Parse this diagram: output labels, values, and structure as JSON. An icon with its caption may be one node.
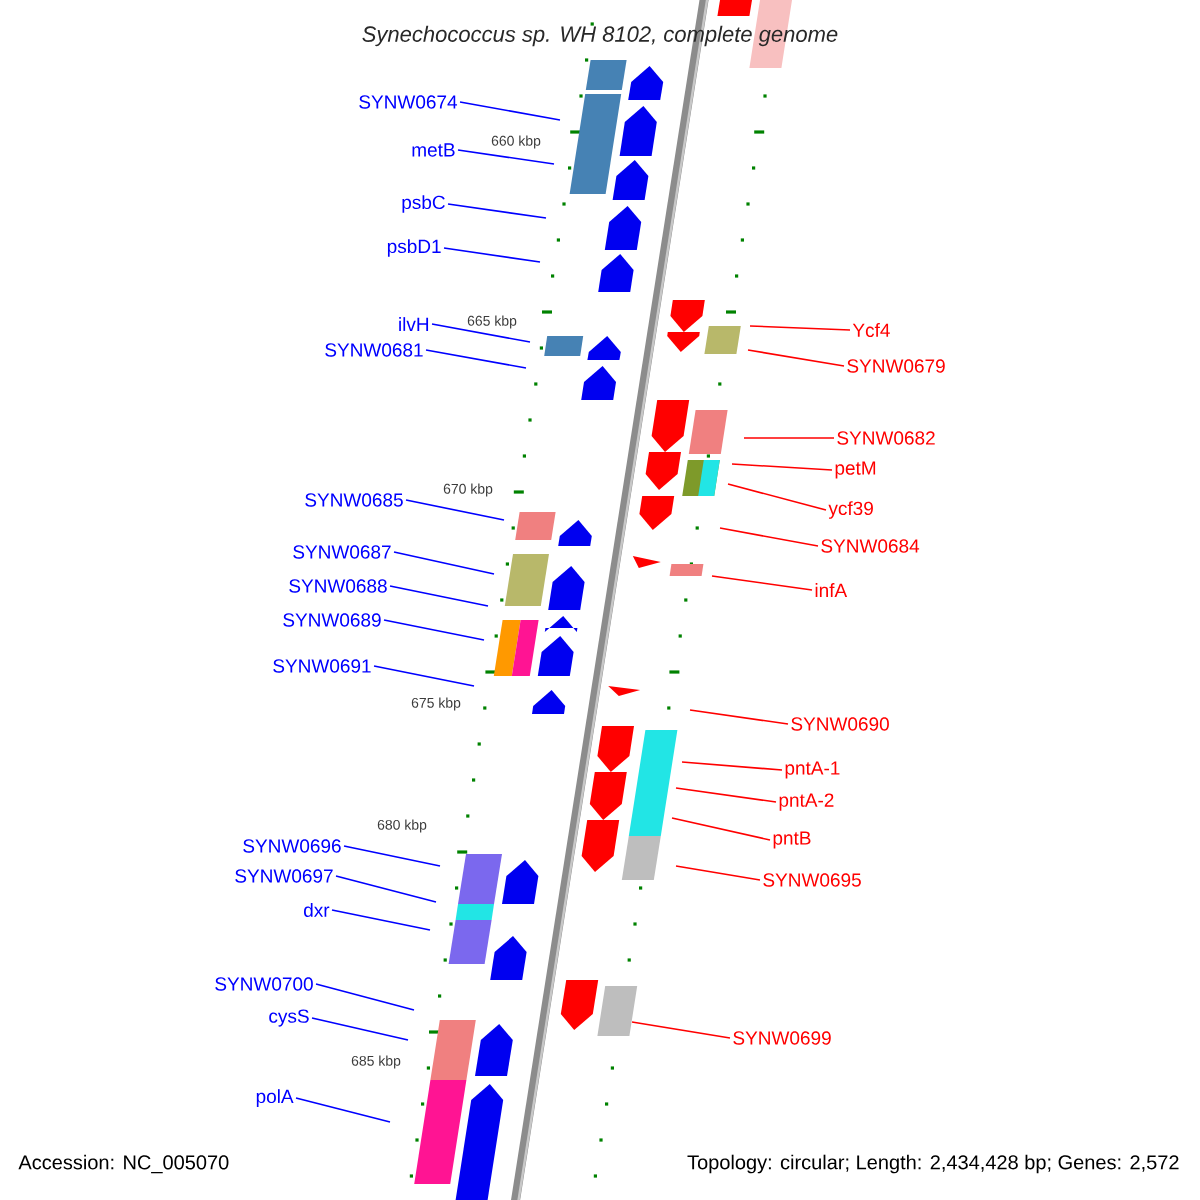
{
  "diagram": {
    "title": "Synechococcus sp. WH 8102, complete genome",
    "nodes": [
      {
        "text": [
          "SYNW0674"
        ]
      },
      {
        "text": [
          "metB"
        ]
      },
      {
        "text": [
          "psbC"
        ]
      },
      {
        "text": [
          "psbD1"
        ]
      },
      {
        "text": [
          "ilvH"
        ]
      },
      {
        "text": [
          "SYNW0681"
        ]
      },
      {
        "text": [
          "SYNW0685"
        ]
      },
      {
        "text": [
          "SYNW0687"
        ]
      },
      {
        "text": [
          "SYNW0688"
        ]
      },
      {
        "text": [
          "SYNW0689"
        ]
      },
      {
        "text": [
          "SYNW0691"
        ]
      },
      {
        "text": [
          "SYNW0696"
        ]
      },
      {
        "text": [
          "SYNW0697"
        ]
      },
      {
        "text": [
          "dxr"
        ]
      },
      {
        "text": [
          "SYNW0700"
        ]
      },
      {
        "text": [
          "cysS"
        ]
      },
      {
        "text": [
          "polA"
        ]
      },
      {
        "text": [
          "Ycf4"
        ]
      },
      {
        "text": [
          "SYNW0679"
        ]
      },
      {
        "text": [
          "SYNW0682"
        ]
      },
      {
        "text": [
          "petM"
        ]
      },
      {
        "text": [
          "ycf39"
        ]
      },
      {
        "text": [
          "SYNW0684"
        ]
      },
      {
        "text": [
          "infA"
        ]
      },
      {
        "text": [
          "SYNW0690"
        ]
      },
      {
        "text": [
          "pntA-1"
        ]
      },
      {
        "text": [
          "pntA-2"
        ]
      },
      {
        "text": [
          "pntB"
        ]
      },
      {
        "text": [
          "SYNW0695"
        ]
      },
      {
        "text": [
          "SYNW0699"
        ]
      }
    ],
    "edges": [
      {
        "from": 0,
        "to": null,
        "arrow": "none"
      },
      {
        "from": 1,
        "to": null,
        "arrow": "none"
      },
      {
        "from": 2,
        "to": null,
        "arrow": "none"
      },
      {
        "from": 3,
        "to": null,
        "arrow": "none"
      },
      {
        "from": 4,
        "to": null,
        "arrow": "none"
      },
      {
        "from": 5,
        "to": null,
        "arrow": "none"
      },
      {
        "from": 6,
        "to": null,
        "arrow": "none"
      },
      {
        "from": 7,
        "to": null,
        "arrow": "none"
      },
      {
        "from": 8,
        "to": null,
        "arrow": "none"
      },
      {
        "from": 9,
        "to": null,
        "arrow": "none"
      },
      {
        "from": 10,
        "to": null,
        "arrow": "none"
      },
      {
        "from": 11,
        "to": null,
        "arrow": "none"
      },
      {
        "from": 12,
        "to": null,
        "arrow": "none"
      },
      {
        "from": 13,
        "to": null,
        "arrow": "none"
      },
      {
        "from": 14,
        "to": null,
        "arrow": "none"
      },
      {
        "from": 15,
        "to": null,
        "arrow": "none"
      },
      {
        "from": 16,
        "to": null,
        "arrow": "none"
      },
      {
        "from": 17,
        "to": null,
        "arrow": "none",
        "color": "#ff0000"
      },
      {
        "from": 18,
        "to": null,
        "arrow": "none",
        "color": "#ff0000"
      },
      {
        "from": 19,
        "to": null,
        "arrow": "none",
        "color": "#ff0000"
      },
      {
        "from": 20,
        "to": null,
        "arrow": "none",
        "color": "#ff0000"
      },
      {
        "from": 21,
        "to": null,
        "arrow": "none",
        "color": "#ff0000"
      },
      {
        "from": 22,
        "to": null,
        "arrow": "none",
        "color": "#ff0000"
      },
      {
        "from": 23,
        "to": null,
        "arrow": "none",
        "color": "#ff0000"
      },
      {
        "from": 24,
        "to": null,
        "arrow": "none",
        "color": "#ff0000"
      },
      {
        "from": 25,
        "to": null,
        "arrow": "none",
        "color": "#ff0000"
      },
      {
        "from": 26,
        "to": null,
        "arrow": "none",
        "color": "#ff0000"
      },
      {
        "from": 27,
        "to": null,
        "arrow": "none",
        "color": "#ff0000"
      },
      {
        "from": 28,
        "to": null,
        "arrow": "none",
        "color": "#ff0000"
      },
      {
        "from": 29,
        "to": null,
        "arrow": "none",
        "color": "#ff0000"
      }
    ],
    "labels": [
      "660 kbp",
      "665 kbp",
      "670 kbp",
      "675 kbp",
      "680 kbp",
      "685 kbp",
      "Accession: NC_005070",
      "Topology: circular; Length: 2,434,428 bp; Genes: 2,572"
    ]
  }
}
